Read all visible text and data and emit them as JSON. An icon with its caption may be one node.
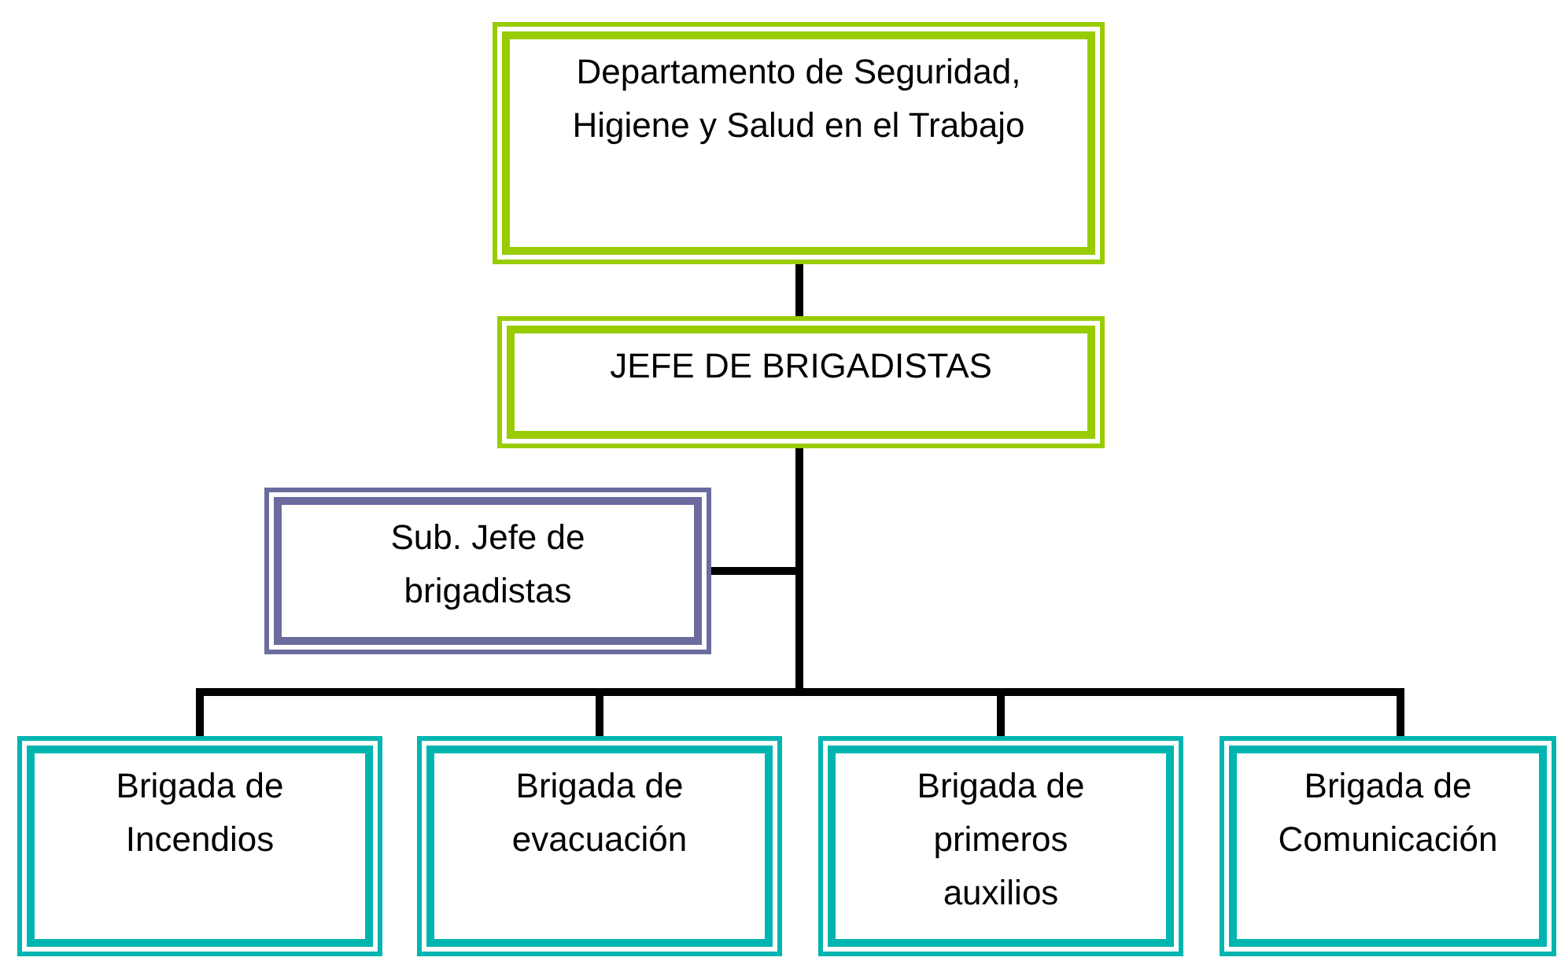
{
  "diagram": {
    "nodes": [
      {
        "text": [
          "Departamento de Seguridad, Higiene y Salud en el Trabajo"
        ]
      },
      {
        "text": [
          "JEFE DE BRIGADISTAS"
        ]
      },
      {
        "text": [
          "Sub. Jefe de brigadistas"
        ]
      },
      {
        "text": [
          "Brigada de Incendios"
        ]
      },
      {
        "text": [
          "Brigada de evacuación"
        ]
      },
      {
        "text": [
          "Brigada de primeros auxilios"
        ]
      },
      {
        "text": [
          "Brigada de Comunicación"
        ]
      }
    ],
    "edges": [
      {
        "from": 0,
        "to": 1,
        "arrow": "none"
      },
      {
        "from": 1,
        "to": 2,
        "arrow": "none"
      },
      {
        "from": 1,
        "to": 3,
        "arrow": "none"
      },
      {
        "from": 1,
        "to": 4,
        "arrow": "none"
      },
      {
        "from": 1,
        "to": 5,
        "arrow": "none"
      },
      {
        "from": 1,
        "to": 6,
        "arrow": "none"
      }
    ]
  }
}
